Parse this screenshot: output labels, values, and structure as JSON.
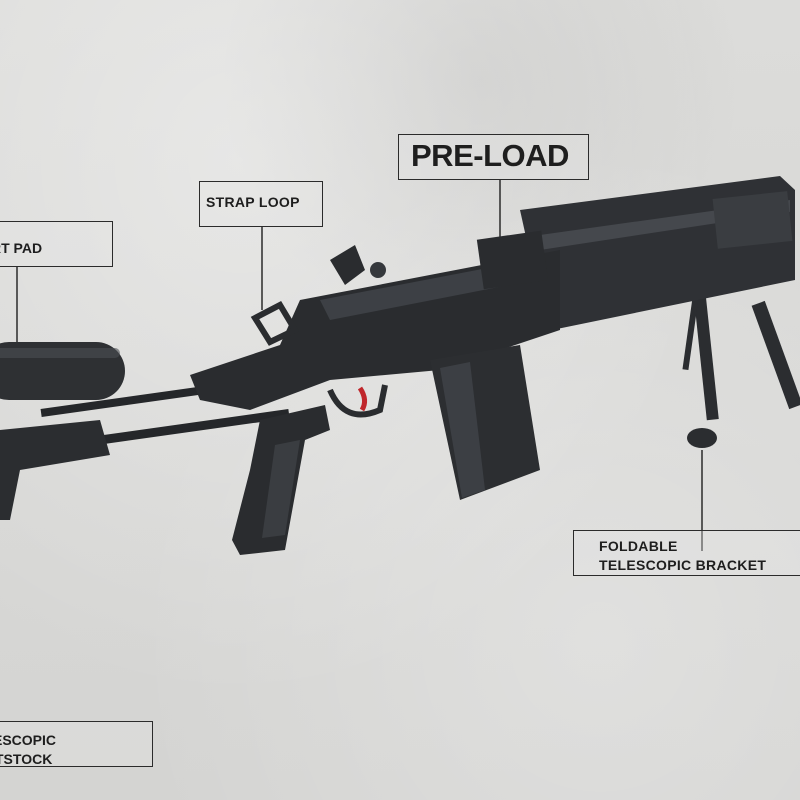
{
  "callouts": {
    "butt_pad": "RT PAD",
    "strap_loop": "STRAP LOOP",
    "pre_load": "PRE-LOAD",
    "bipod_line1": "FOLDABLE",
    "bipod_line2": "TELESCOPIC BRACKET",
    "stock_line1": "ESCOPIC",
    "stock_line2": "TSTOCK"
  },
  "colors": {
    "background": "#d9d9d7",
    "rifle_body": "#2a2c2f",
    "rifle_highlight": "#4a4d52",
    "trigger": "#c0262b"
  }
}
